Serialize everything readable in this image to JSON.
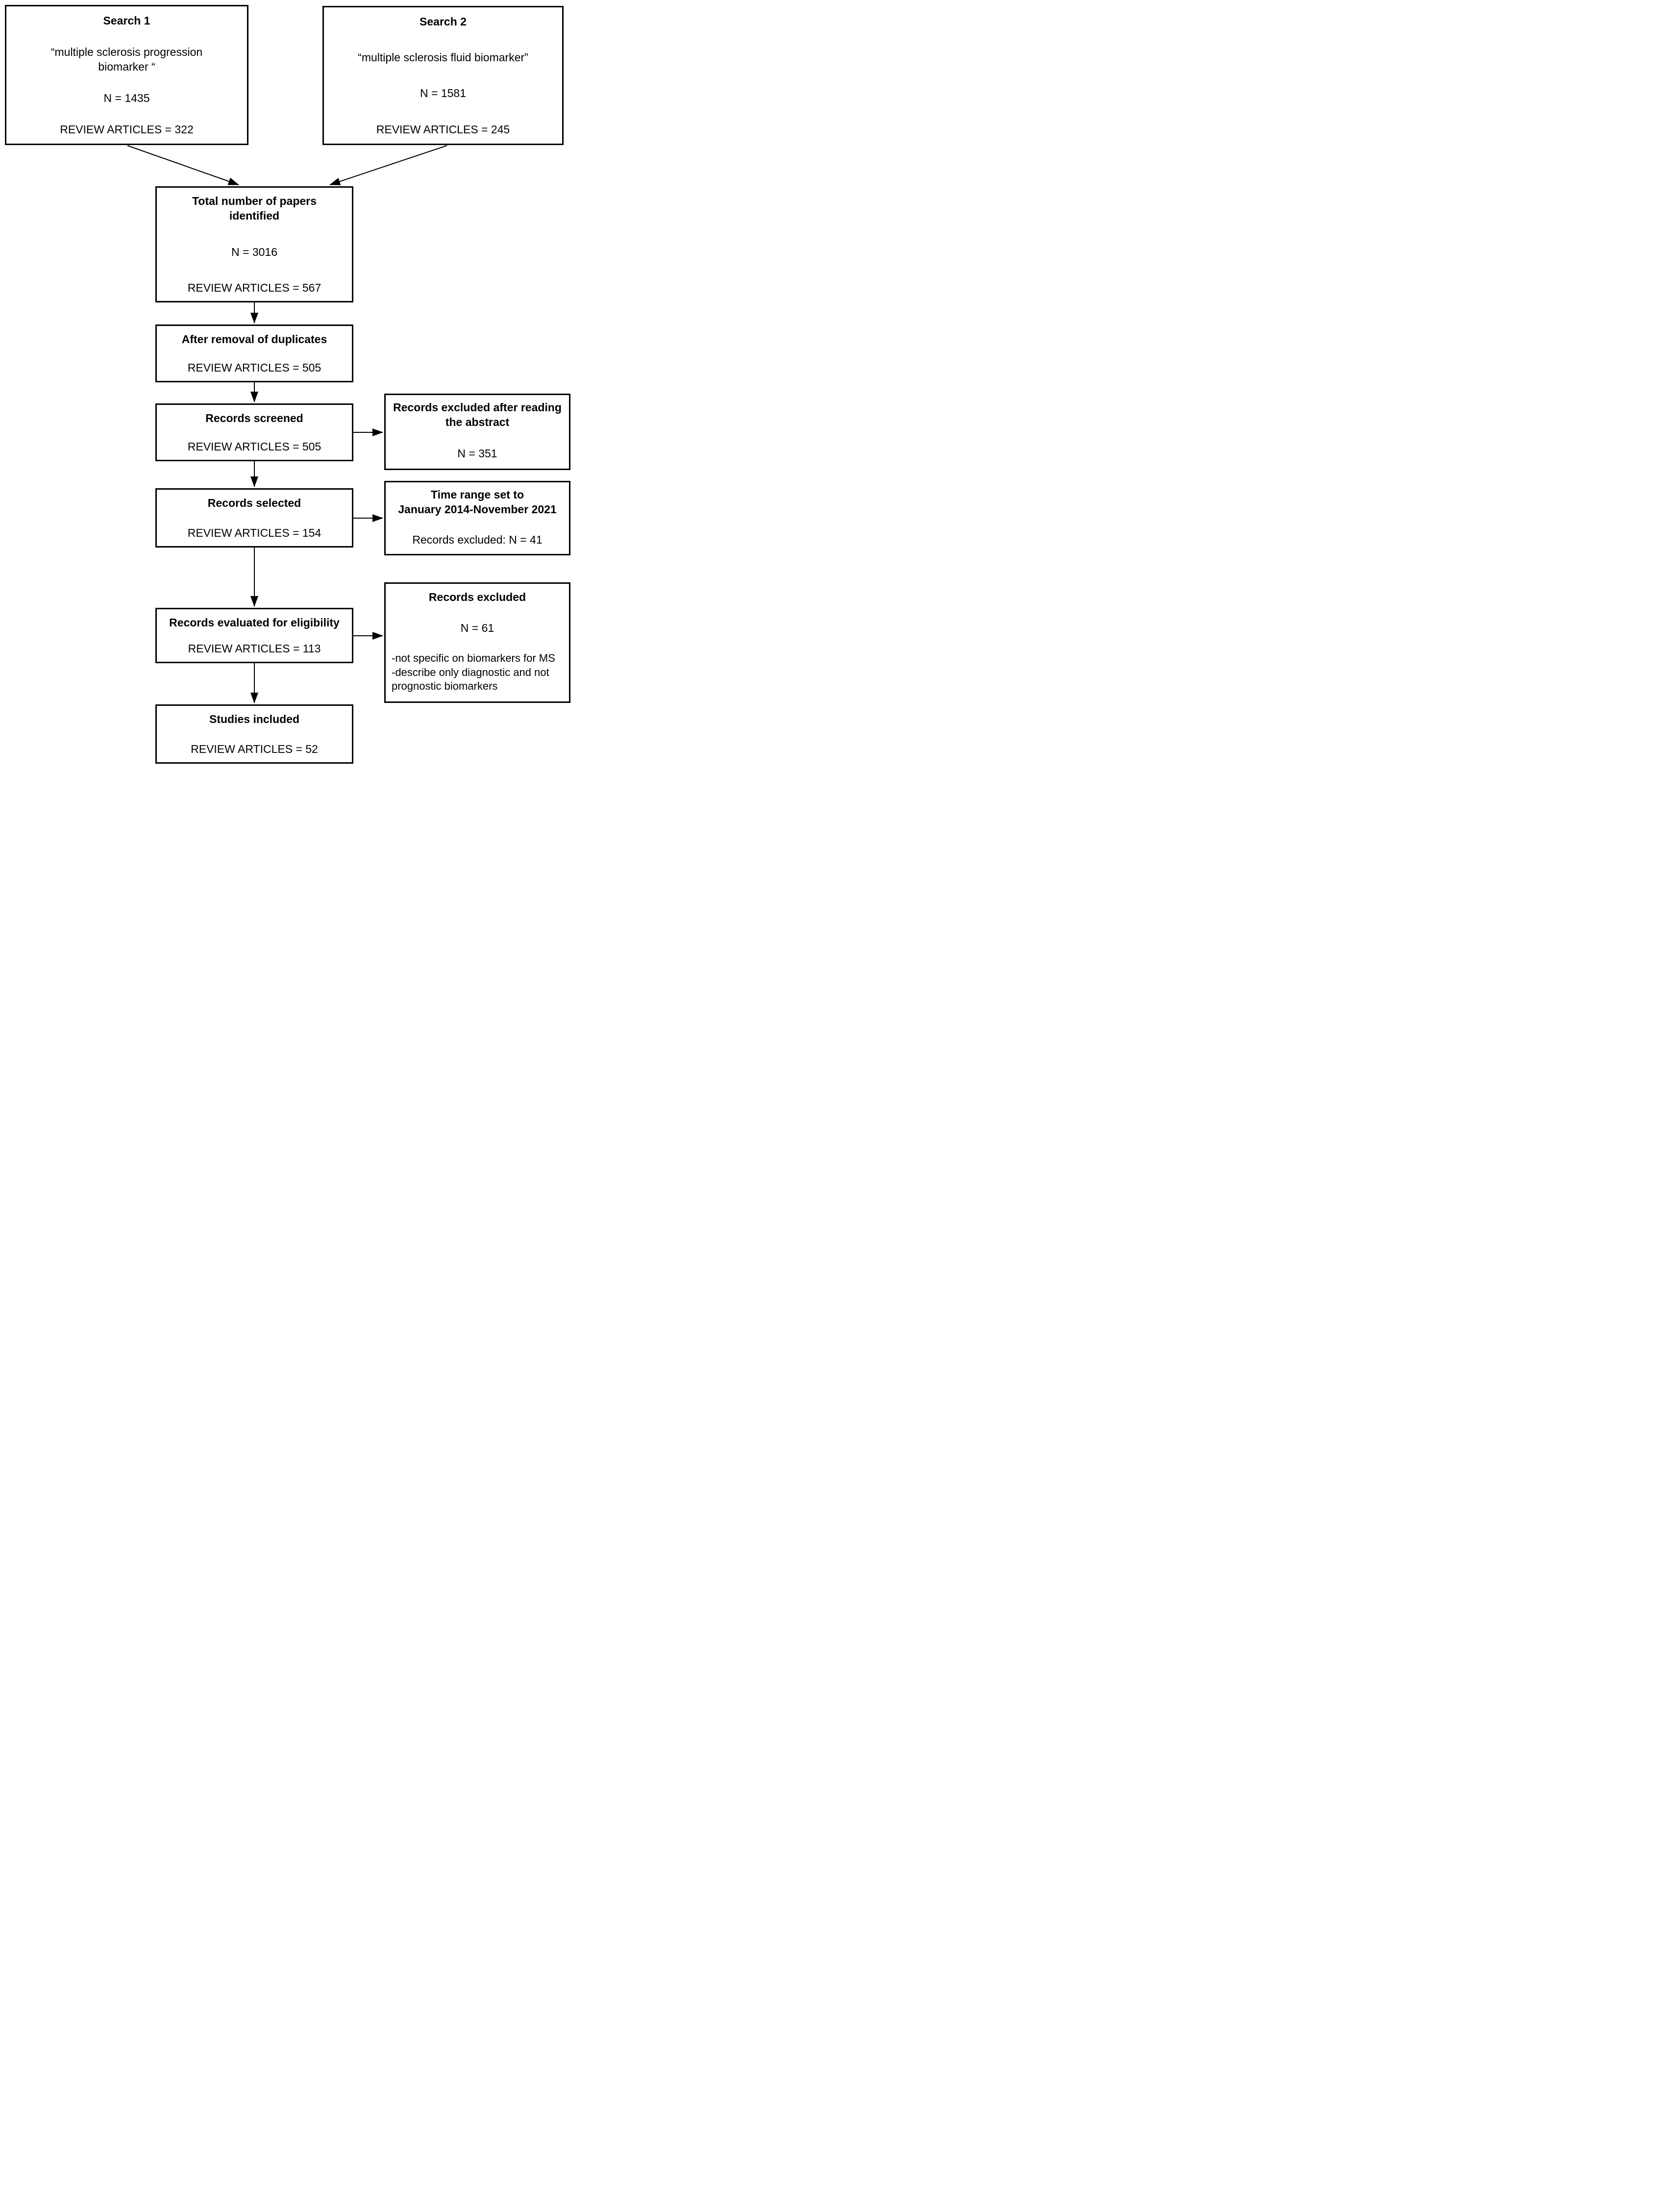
{
  "figure": {
    "type": "flowchart",
    "background": "#ffffff",
    "box_border_color": "#000000",
    "text_color": "#000000",
    "arrow_color": "#000000"
  },
  "boxes": {
    "search1": {
      "title": "Search 1",
      "query_line1": "“multiple sclerosis progression",
      "query_line2": "biomarker “",
      "n": "N = 1435",
      "review": "REVIEW ARTICLES = 322"
    },
    "search2": {
      "title": "Search 2",
      "query": "“multiple sclerosis fluid biomarker”",
      "n": "N = 1581",
      "review": "REVIEW ARTICLES = 245"
    },
    "total": {
      "title_line1": "Total number of papers",
      "title_line2": "identified",
      "n": "N = 3016",
      "review": "REVIEW ARTICLES = 567"
    },
    "duplicates": {
      "title": "After removal of duplicates",
      "review": "REVIEW ARTICLES = 505"
    },
    "screened": {
      "title": "Records screened",
      "review": "REVIEW ARTICLES = 505"
    },
    "excluded_abstract": {
      "title_line1": "Records excluded after reading",
      "title_line2": "the abstract",
      "n": "N = 351"
    },
    "selected": {
      "title": "Records selected",
      "review": "REVIEW ARTICLES = 154"
    },
    "time_range": {
      "title_line1": "Time range set to",
      "title_line2": "January 2014-November 2021",
      "note": "Records excluded: N = 41"
    },
    "evaluated": {
      "title": "Records evaluated for eligibility",
      "review": "REVIEW ARTICLES = 113"
    },
    "excluded_eligibility": {
      "title": "Records excluded",
      "n": "N = 61",
      "reasons": [
        "-not specific on biomarkers for MS",
        "-describe only diagnostic and not prognostic biomarkers"
      ]
    },
    "included": {
      "title": "Studies included",
      "review": "REVIEW ARTICLES = 52"
    }
  },
  "connections": [
    {
      "from": "search1",
      "to": "total"
    },
    {
      "from": "search2",
      "to": "total"
    },
    {
      "from": "total",
      "to": "duplicates"
    },
    {
      "from": "duplicates",
      "to": "screened"
    },
    {
      "from": "screened",
      "to": "excluded_abstract"
    },
    {
      "from": "screened",
      "to": "selected"
    },
    {
      "from": "selected",
      "to": "time_range"
    },
    {
      "from": "selected",
      "to": "evaluated"
    },
    {
      "from": "evaluated",
      "to": "excluded_eligibility"
    },
    {
      "from": "evaluated",
      "to": "included"
    }
  ]
}
